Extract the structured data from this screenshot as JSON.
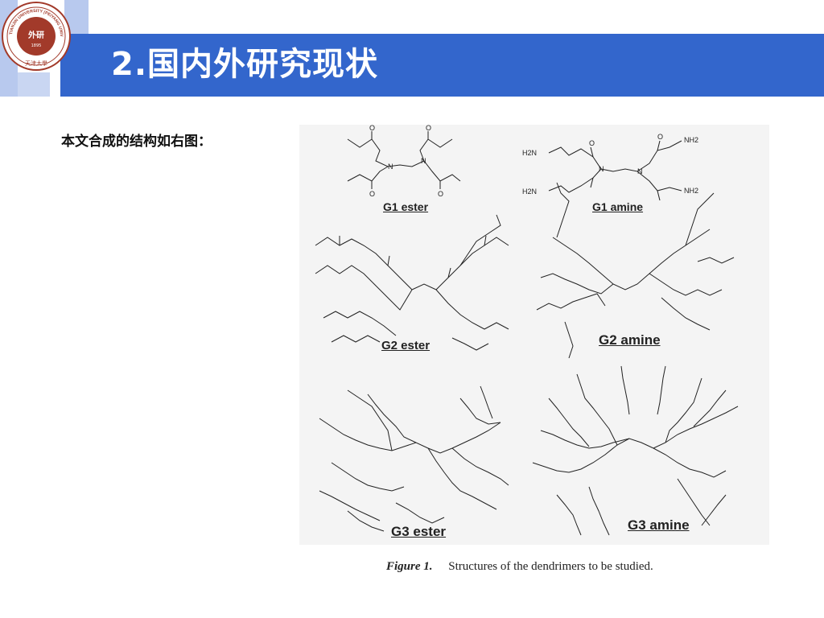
{
  "header": {
    "title": "2.国内外研究现状",
    "accent_color": "#3366cc",
    "logo": {
      "name": "tianjin-university-seal",
      "ring_text": "TIANJIN UNIVERSITY (PEIYANG UNIVERSITY)",
      "center_text": "外研",
      "year": "1895",
      "script_text": "天津大學"
    }
  },
  "body": {
    "intro": "本文合成的结构如右图："
  },
  "figure": {
    "panels": [
      {
        "key": "g1_ester",
        "label": "G1 ester"
      },
      {
        "key": "g1_amine",
        "label": "G1 amine"
      },
      {
        "key": "g2_ester",
        "label": "G2 ester"
      },
      {
        "key": "g2_amine",
        "label": "G2 amine"
      },
      {
        "key": "g3_ester",
        "label": "G3 ester"
      },
      {
        "key": "g3_amine",
        "label": "G3 amine"
      }
    ],
    "atoms": {
      "nitrogen": "N",
      "oxygen": "O",
      "nh2": "NH2",
      "h2n": "H2N"
    },
    "caption_label": "Figure 1.",
    "caption_text": "Structures of the dendrimers to be studied."
  }
}
